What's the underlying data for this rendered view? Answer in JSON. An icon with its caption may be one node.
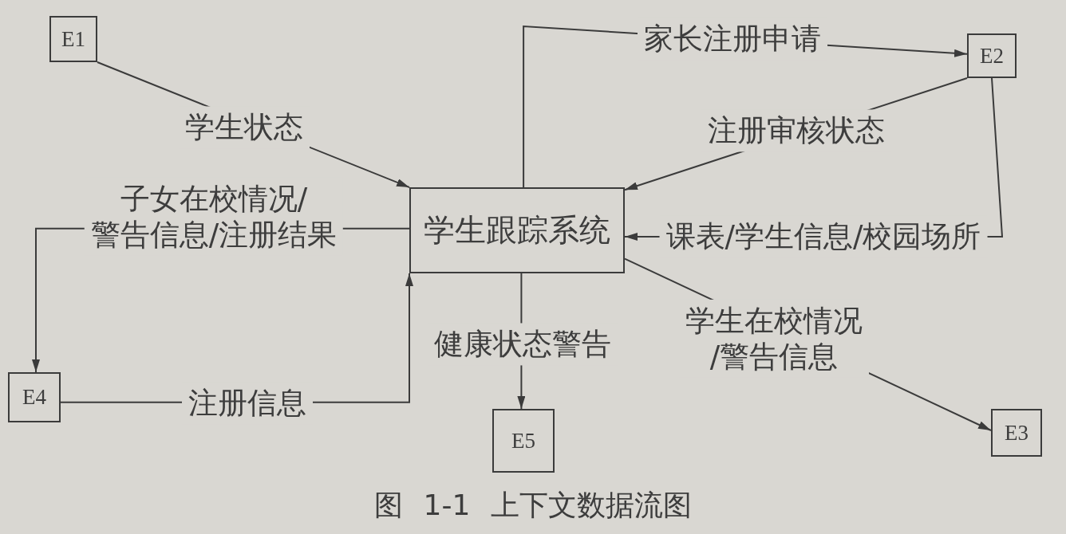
{
  "diagram": {
    "caption": "图 1-1 上下文数据流图",
    "nodes": [
      {
        "text": [
          "E1"
        ]
      },
      {
        "text": [
          "E2"
        ]
      },
      {
        "text": [
          "学生跟踪系统"
        ]
      },
      {
        "text": [
          "E4"
        ]
      },
      {
        "text": [
          "E5"
        ]
      },
      {
        "text": [
          "E3"
        ]
      }
    ],
    "edges": [
      {
        "from": 0,
        "to": 2,
        "arrow": "to",
        "label": "学生状态"
      },
      {
        "from": 2,
        "to": 1,
        "arrow": "to",
        "label": "家长注册申请"
      },
      {
        "from": 1,
        "to": 2,
        "arrow": "to",
        "label": "注册审核状态"
      },
      {
        "from": 1,
        "to": 2,
        "arrow": "to",
        "label": "课表/学生信息/校园场所"
      },
      {
        "from": 2,
        "to": 3,
        "arrow": "to",
        "label": "子女在校情况/警告信息/注册结果"
      },
      {
        "from": 3,
        "to": 2,
        "arrow": "to",
        "label": "注册信息"
      },
      {
        "from": 2,
        "to": 4,
        "arrow": "to",
        "label": "健康状态警告"
      },
      {
        "from": 2,
        "to": 5,
        "arrow": "to",
        "label": "学生在校情况/警告信息"
      }
    ]
  }
}
